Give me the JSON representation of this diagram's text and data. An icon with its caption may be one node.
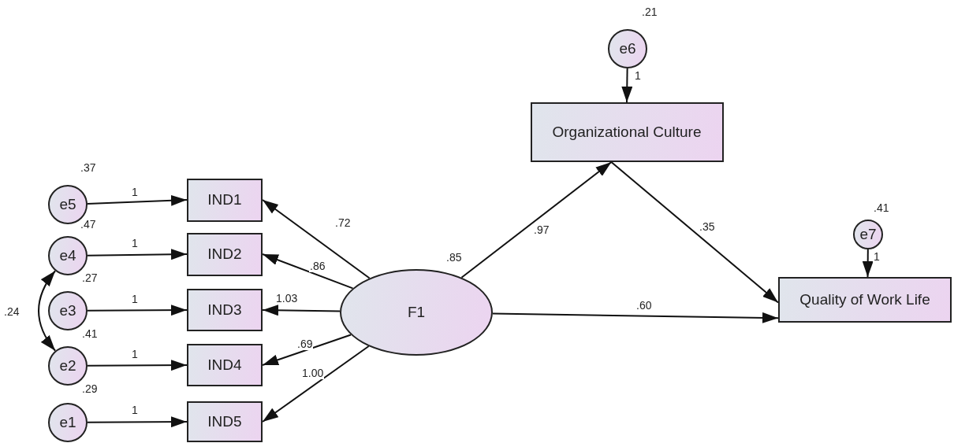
{
  "diagram": {
    "nodes": [
      {
        "text": [
          "e5"
        ]
      },
      {
        "text": [
          "IND1"
        ]
      },
      {
        "text": [
          "e4"
        ]
      },
      {
        "text": [
          "IND2"
        ]
      },
      {
        "text": [
          "e3"
        ]
      },
      {
        "text": [
          "IND3"
        ]
      },
      {
        "text": [
          "e2"
        ]
      },
      {
        "text": [
          "IND4"
        ]
      },
      {
        "text": [
          "e1"
        ]
      },
      {
        "text": [
          "IND5"
        ]
      },
      {
        "text": [
          "F1"
        ],
        "beside": [
          ".85"
        ]
      },
      {
        "text": [
          "e6"
        ],
        "beside": [
          ".21"
        ]
      },
      {
        "text": [
          "Organizational Culture"
        ]
      },
      {
        "text": [
          "e7"
        ],
        "beside": [
          ".41"
        ]
      },
      {
        "text": [
          "Quality of Work Life"
        ]
      }
    ],
    "edges": [
      {
        "from": 0,
        "to": 1,
        "arrow": "to",
        "label": "1"
      },
      {
        "from": 2,
        "to": 3,
        "arrow": "to",
        "label": "1"
      },
      {
        "from": 4,
        "to": 5,
        "arrow": "to",
        "label": "1"
      },
      {
        "from": 6,
        "to": 7,
        "arrow": "to",
        "label": "1"
      },
      {
        "from": 8,
        "to": 9,
        "arrow": "to",
        "label": "1"
      },
      {
        "from": 10,
        "to": 1,
        "arrow": "to",
        "label": ".72"
      },
      {
        "from": 10,
        "to": 3,
        "arrow": "to",
        "label": ".86"
      },
      {
        "from": 10,
        "to": 5,
        "arrow": "to",
        "label": "1.03"
      },
      {
        "from": 10,
        "to": 7,
        "arrow": "to",
        "label": ".69"
      },
      {
        "from": 10,
        "to": 9,
        "arrow": "to",
        "label": "1.00"
      },
      {
        "from": 2,
        "to": 6,
        "arrow": "both",
        "label": ".24"
      },
      {
        "from": 10,
        "to": 12,
        "arrow": "to",
        "label": ".97"
      },
      {
        "from": 12,
        "to": 14,
        "arrow": "to",
        "label": ".35"
      },
      {
        "from": 10,
        "to": 14,
        "arrow": "to",
        "label": ".60"
      },
      {
        "from": 11,
        "to": 12,
        "arrow": "to",
        "label": "1"
      },
      {
        "from": 13,
        "to": 14,
        "arrow": "to",
        "label": "1"
      }
    ],
    "labels": [
      ".37",
      ".47",
      ".27",
      ".41",
      ".29"
    ]
  }
}
